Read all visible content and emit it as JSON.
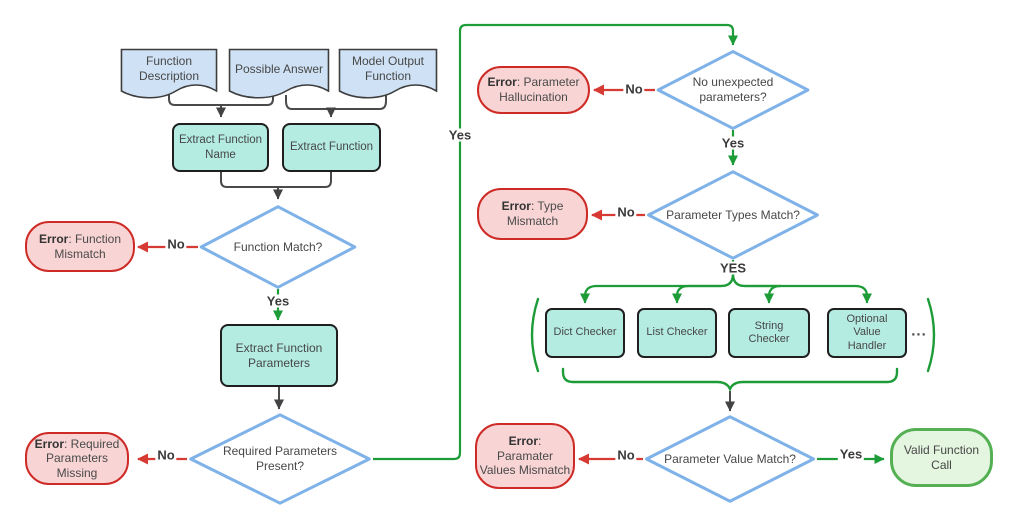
{
  "diagram": {
    "title": "Function call validation flowchart",
    "colors": {
      "diamond_stroke": "#7FB2E8",
      "process_fill": "#B4ECE2",
      "document_fill": "#CFE2F5",
      "error_fill": "#F8D4D4",
      "error_stroke": "#CE2B26",
      "terminal_fill": "#E4F5E0",
      "terminal_stroke": "#55B054",
      "yes_line": "#1D9C38",
      "no_line": "#D63A32",
      "neutral_line": "#434343"
    },
    "nodes": {
      "doc_function_description": {
        "label": "Function Description"
      },
      "doc_possible_answer": {
        "label": "Possible Answer"
      },
      "doc_model_output_function": {
        "label": "Model Output Function"
      },
      "extract_function_name": {
        "label": "Extract Function Name"
      },
      "extract_function": {
        "label": "Extract Function"
      },
      "function_match": {
        "label": "Function Match?"
      },
      "error_function_mismatch": {
        "prefix": "Error",
        "text": ": Function Mismatch"
      },
      "extract_function_parameters": {
        "label": "Extract Function Parameters"
      },
      "required_parameters_present": {
        "label": "Required Parameters Present?"
      },
      "error_required_parameters_missing": {
        "prefix": "Error",
        "text": ": Required Parameters Missing"
      },
      "no_unexpected_parameters": {
        "label": "No unexpected parameters?"
      },
      "error_parameter_hallucination": {
        "prefix": "Error",
        "text": ": Parameter Hallucination"
      },
      "parameter_types_match": {
        "label": "Parameter Types Match?"
      },
      "error_type_mismatch": {
        "prefix": "Error",
        "text": ": Type Mismatch"
      },
      "dict_checker": {
        "label": "Dict Checker"
      },
      "list_checker": {
        "label": "List Checker"
      },
      "string_checker": {
        "label": "String Checker"
      },
      "optional_value_handler": {
        "label": "Optional Value Handler"
      },
      "parameter_value_match": {
        "label": "Parameter Value Match?"
      },
      "error_parameter_values_mismatch": {
        "prefix": "Error",
        "text": ": Paramater Values Mismatch"
      },
      "valid_function_call": {
        "label": "Valid Function Call"
      }
    },
    "edge_labels": {
      "function_match_yes": "Yes",
      "function_match_no": "No",
      "required_params_yes": "Yes",
      "required_params_no": "No",
      "no_unexpected_yes": "Yes",
      "no_unexpected_no": "No",
      "types_match_yes": "YES",
      "types_match_no": "No",
      "value_match_yes": "Yes",
      "value_match_no": "No",
      "checkers_ellipsis": "..."
    }
  }
}
